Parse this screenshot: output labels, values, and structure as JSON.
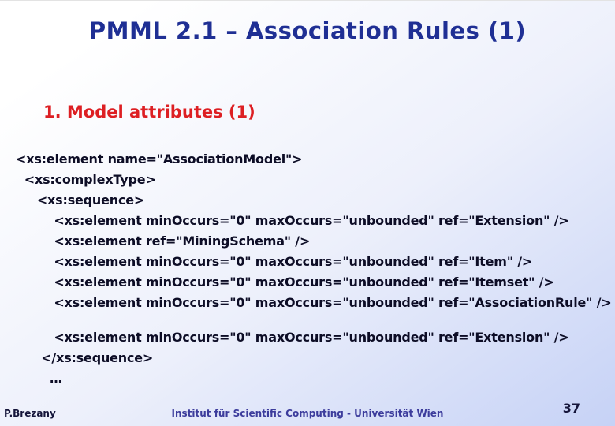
{
  "slide": {
    "title": "PMML 2.1 – Association Rules (1)",
    "subtitle": "1. Model attributes (1)",
    "code": {
      "lines": [
        "<xs:element name=\"AssociationModel\">",
        "  <xs:complexType>",
        "     <xs:sequence>",
        "         <xs:element minOccurs=\"0\" maxOccurs=\"unbounded\" ref=\"Extension\" />",
        "         <xs:element ref=\"MiningSchema\" />",
        "         <xs:element minOccurs=\"0\" maxOccurs=\"unbounded\" ref=\"Item\" />",
        "         <xs:element minOccurs=\"0\" maxOccurs=\"unbounded\" ref=\"Itemset\" />",
        "         <xs:element minOccurs=\"0\" maxOccurs=\"unbounded\" ref=\"AssociationRule\" />",
        "",
        "         <xs:element minOccurs=\"0\" maxOccurs=\"unbounded\" ref=\"Extension\" />",
        "      </xs:sequence>",
        "        …"
      ]
    },
    "footer": {
      "author": "P.Brezany",
      "institute": "Institut für Scientific Computing - Universität Wien",
      "page_number": "37"
    }
  },
  "colors": {
    "title": "#1f2f94",
    "subtitle": "#dd1f23",
    "code": "#0d0d26",
    "footer_center": "#3c3c9c",
    "footer_side": "#15153a",
    "bg_start": "#ffffff",
    "bg_mid": "#edf0fb",
    "bg_end": "#c6d2f6"
  }
}
